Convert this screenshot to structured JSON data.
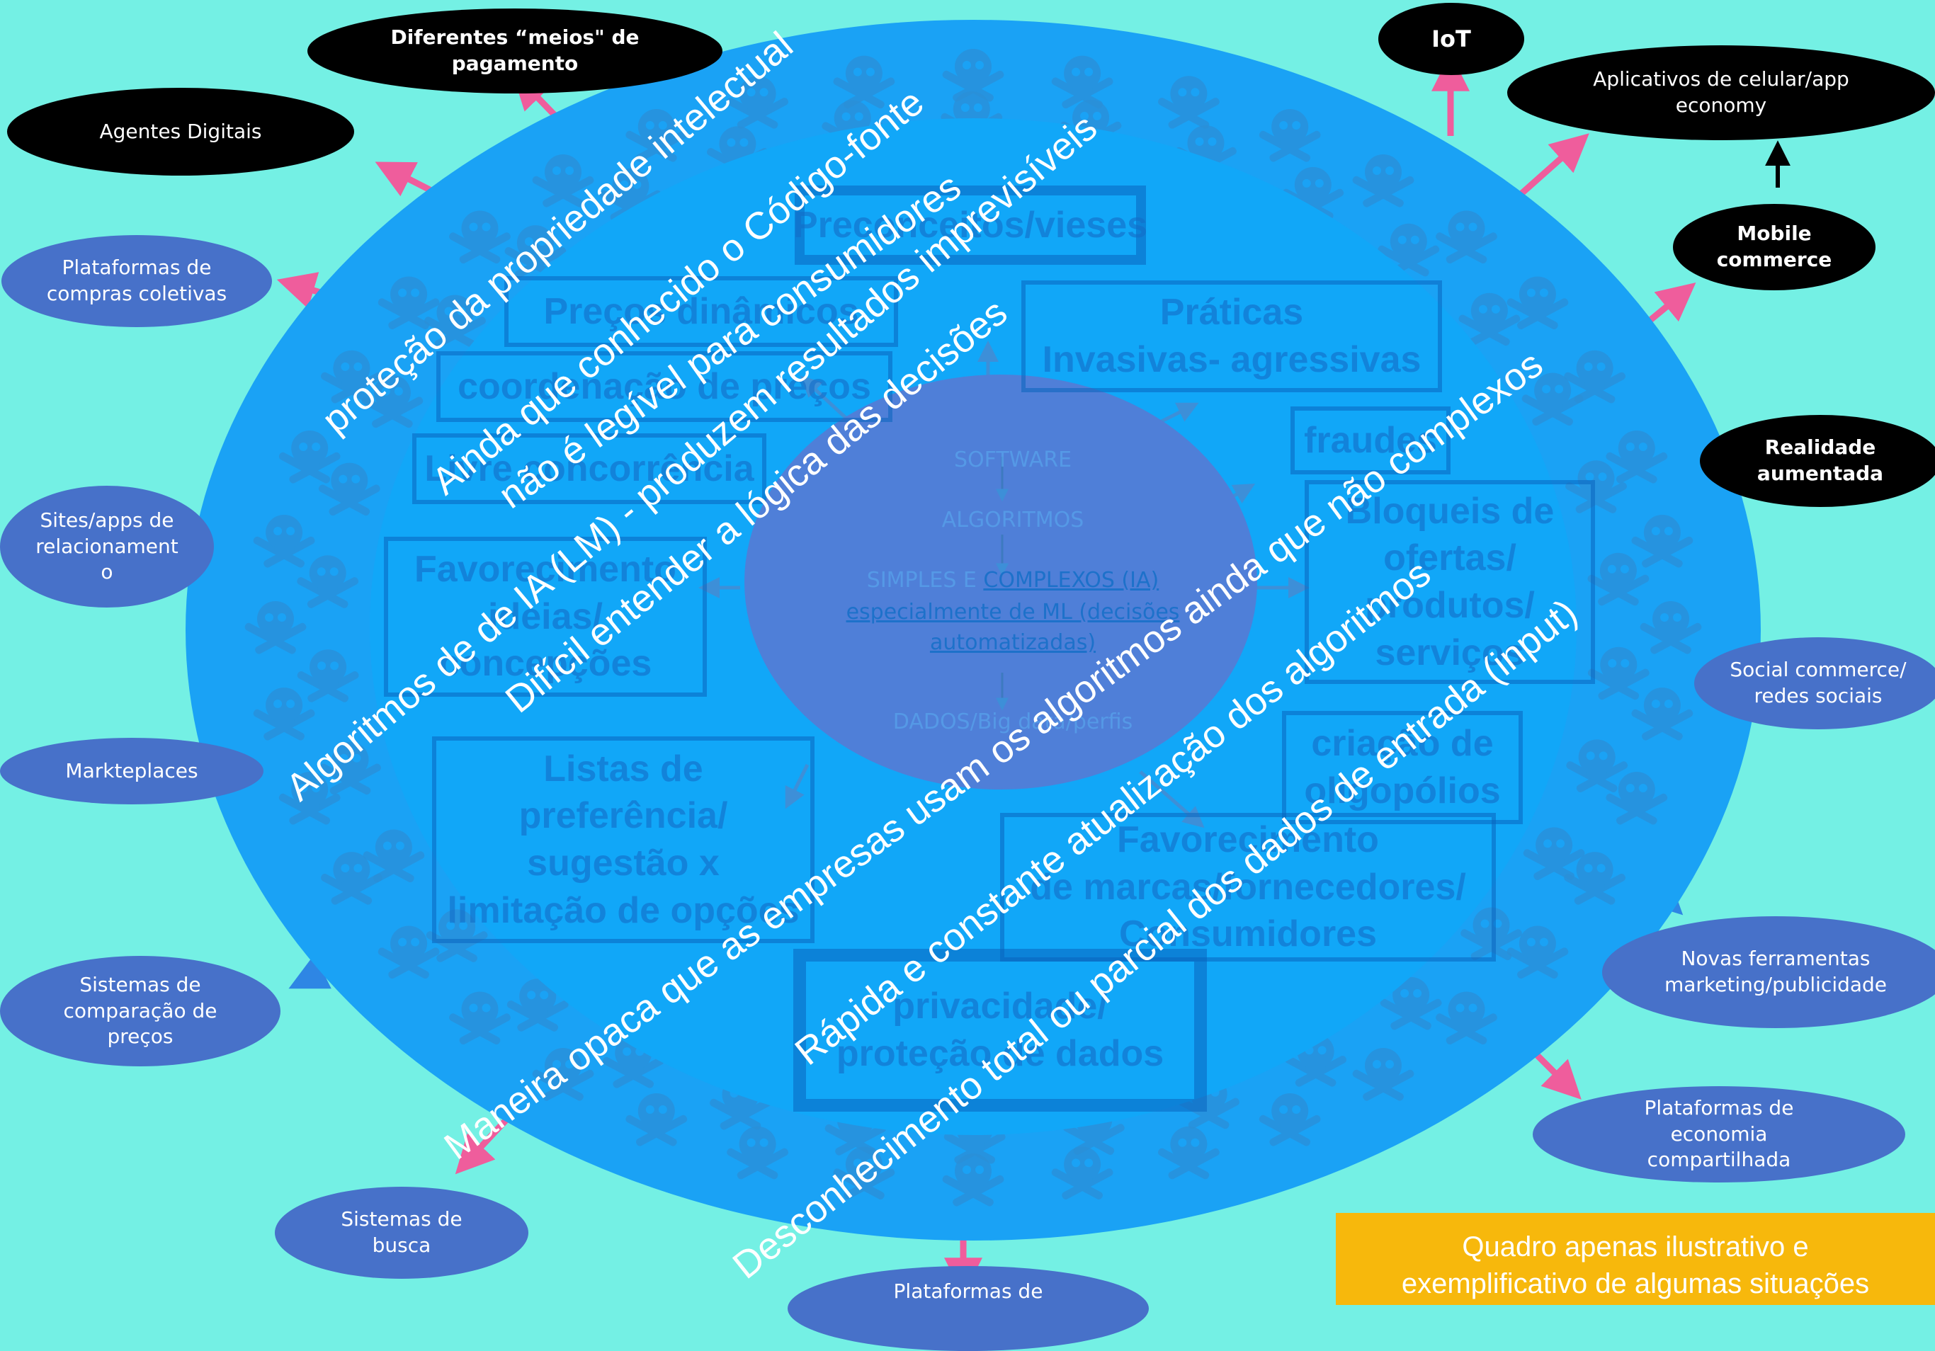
{
  "colors": {
    "background": "#74f0e4",
    "outer_ring": "#1aa2f5",
    "inner_disc": "#11a7f8",
    "core": "#4f7fd8",
    "blue_bubble": "#4771c9",
    "black_bubble": "#000000",
    "arrow_pink": "#ef5d9c",
    "arrow_blue": "#2e86e4",
    "note": "#f7b80c"
  },
  "icons": {
    "skull": "skull-crossbones-icon"
  },
  "bubbles": {
    "meios_pagamento": "Diferentes “meios\" de\npagamento",
    "agentes_digitais": "Agentes Digitais",
    "compras_coletivas": "Plataformas de\ncompras coletivas",
    "relacionamento": "Sites/apps de\nrelacionament\no",
    "markteplaces": "Markteplaces",
    "comparacao_precos": "Sistemas de\ncomparação de\npreços",
    "busca": "Sistemas de\nbusca",
    "plataformas_bottom": "Plataformas de",
    "iot": "IoT",
    "aplicativos": "Aplicativos de celular/app\neconomy",
    "mobile_commerce": "Mobile\ncommerce",
    "realidade_aumentada": "Realidade\naumentada",
    "social_commerce": "Social commerce/\nredes sociais",
    "ferramentas_marketing": "Novas ferramentas\nmarketing/publicidade",
    "economia_compartilhada": "Plataformas de\neconomia\ncompartilhada"
  },
  "boxes": {
    "preconceitos": "Preconceitos/vieses",
    "precos_dinamicos": "Preços dinâmicos",
    "coordenacao": "coordenação de preços",
    "livre_concorrencia": "Livre concorrência",
    "favorecimento_ideias": "Favorecimento\nideias/\nconcepções",
    "praticas": "Práticas\nInvasivas- agressivas",
    "fraudes": "fraudes",
    "bloqueios": "Bloqueis de\nofertas/\nprodutos/\nserviços",
    "listas": "Listas de\npreferência/\nsugestão x\nlimitação de opções",
    "oligopolios": "criação de\noligopólios",
    "favorecimento_marcas": "Favorecimento\nde marcas/fornecedores/\nConsumidores",
    "privacidade": "privacidade/\nproteção de dados"
  },
  "core": {
    "software": "SOFTWARE",
    "algoritmos": "ALGORITMOS",
    "simples_prefix": "SIMPLES E ",
    "complexos": "COMPLEXOS (IA)",
    "especialmente": "especialmente de ML (decisões",
    "automatizadas": "automatizadas)",
    "dados": "DADOS/Big data/perfis"
  },
  "overlay_texts": {
    "t1": "proteção da propriedade intelectual",
    "t2": "Ainda que conhecido o Código-fonte",
    "t3": "não é legível para consumidores",
    "t4": "Algoritmos de de IA (LM) - produzem resultados imprevisíveis",
    "t5": "Difícil entender a lógica das decisões",
    "t6": "Maneira opaca que as empresas usam os algoritmos ainda que não complexos",
    "t7": "Rápida e constante atualização dos algoritmos",
    "t8": "Desconhecimento total ou parcial dos dados de entrada (input)"
  },
  "note": "Quadro apenas ilustrativo e\nexemplificativo de algumas situações"
}
